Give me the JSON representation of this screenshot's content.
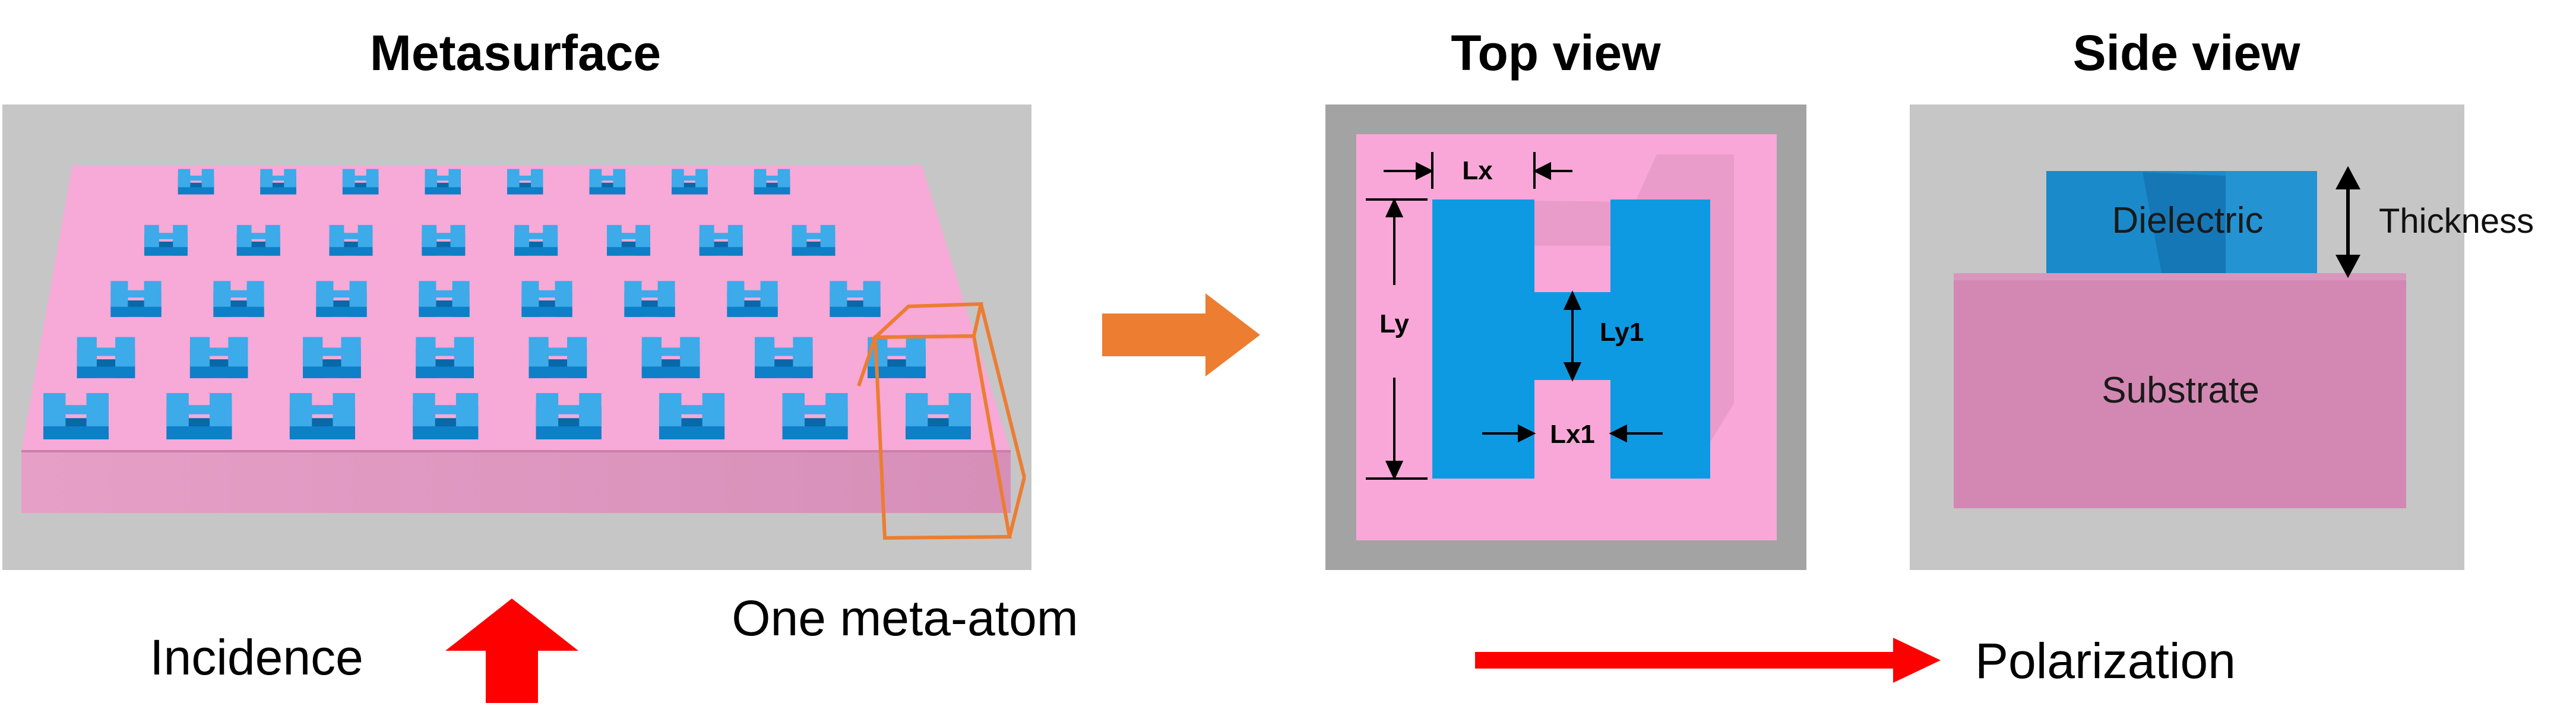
{
  "titles": {
    "metasurface": "Metasurface",
    "top_view": "Top view",
    "side_view": "Side view"
  },
  "labels": {
    "incidence": "Incidence",
    "one_meta_atom": "One meta-atom",
    "polarization": "Polarization"
  },
  "top_view_dims": {
    "lx": "Lx",
    "ly": "Ly",
    "ly1": "Ly1",
    "lx1": "Lx1"
  },
  "side_view_labels": {
    "dielectric": "Dielectric",
    "thickness": "Thickness",
    "substrate": "Substrate"
  },
  "colors": {
    "panel_gray": "#c4c4c4",
    "panel_border_gray": "#9a9a9a",
    "pink": "#f7a6d6",
    "pink_dark": "#d489b3",
    "blue": "#0d9ae3",
    "blue_light": "#3daae9",
    "blue_dark": "#0868a8",
    "orange": "#ec7d31",
    "red": "#ff0000"
  },
  "array": {
    "rows": 5,
    "cols": 8
  }
}
